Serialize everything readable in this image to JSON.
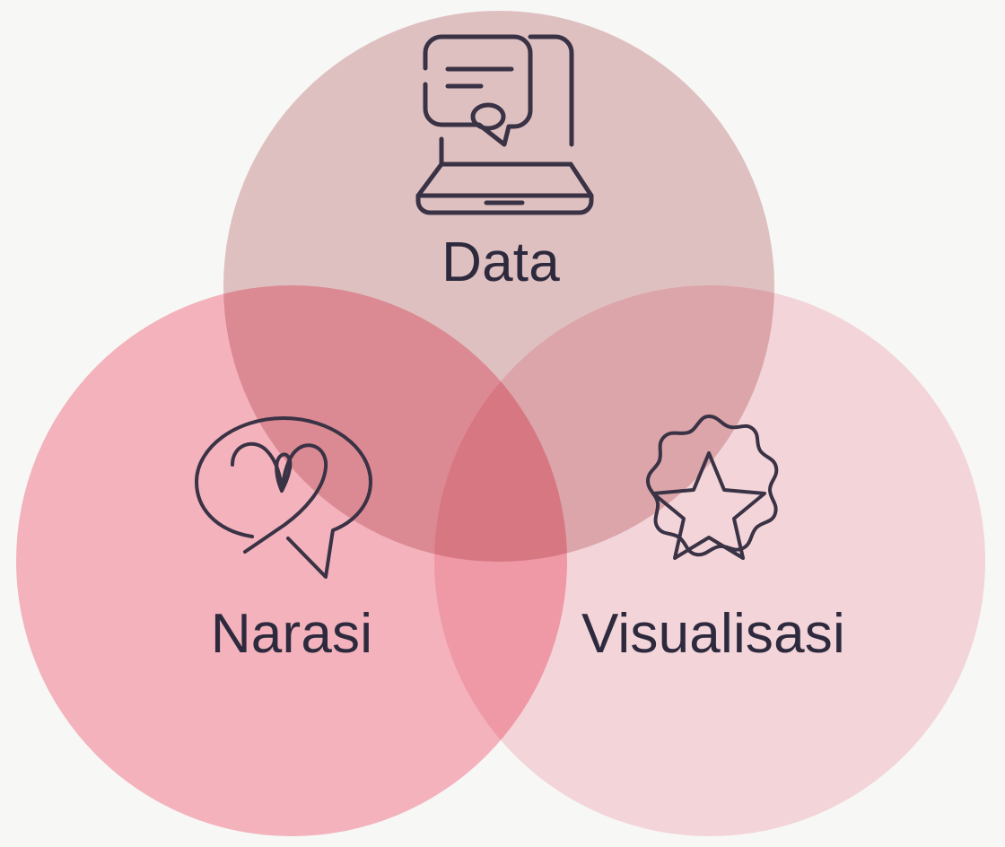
{
  "diagram": {
    "type": "venn",
    "background_color": "#f7f7f5",
    "label_color": "#2e2a3e",
    "icon_stroke_color": "#3a3245",
    "sets": [
      {
        "id": "data",
        "label": "Data",
        "position": "top",
        "color": "#e7c6c8",
        "icon": "laptop-chat-icon"
      },
      {
        "id": "narasi",
        "label": "Narasi",
        "position": "bottom-left",
        "color": "#fbb8c4",
        "icon": "speech-bubble-heart-icon"
      },
      {
        "id": "visualisasi",
        "label": "Visualisasi",
        "position": "bottom-right",
        "color": "#fbdbe2",
        "icon": "star-badge-icon"
      }
    ]
  }
}
